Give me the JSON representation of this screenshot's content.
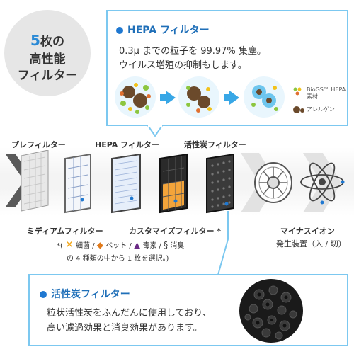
{
  "circle": {
    "count": "5",
    "count_suffix": "枚の",
    "line2": "高性能",
    "line3": "フィルター"
  },
  "hepa": {
    "title": "HEPA フィルター",
    "body_line1": "0.3μ までの粒子を 99.97% 集塵。",
    "body_line2": "ウイルス増殖の抑制もします。",
    "legend_biogs": "BioGS™ HEPA 素材",
    "legend_allergen": "アレルゲン"
  },
  "filters": {
    "pre": "プレフィルター",
    "hepa": "HEPA フィルター",
    "activated": "活性炭フィルター",
    "medium": "ミディアムフィルター",
    "custom": "カスタマイズフィルター *",
    "ion_line1": "マイナスイオン",
    "ion_line2": "発生装置（入 / 切）"
  },
  "custom_note": {
    "prefix": "*(",
    "germs": "細菌 /",
    "pet": "ペット /",
    "toxin": "毒素 /",
    "odor": "消臭",
    "line2": "の 4 種類の中から 1 枚を選択。)"
  },
  "activated": {
    "title": "活性炭フィルター",
    "body_line1": "粒状活性炭をふんだんに使用しており、",
    "body_line2": "高い濾過効果と消臭効果があります。"
  },
  "colors": {
    "accent": "#1f6fb8",
    "border": "#7cc8f0",
    "count": "#2a8ad6"
  }
}
